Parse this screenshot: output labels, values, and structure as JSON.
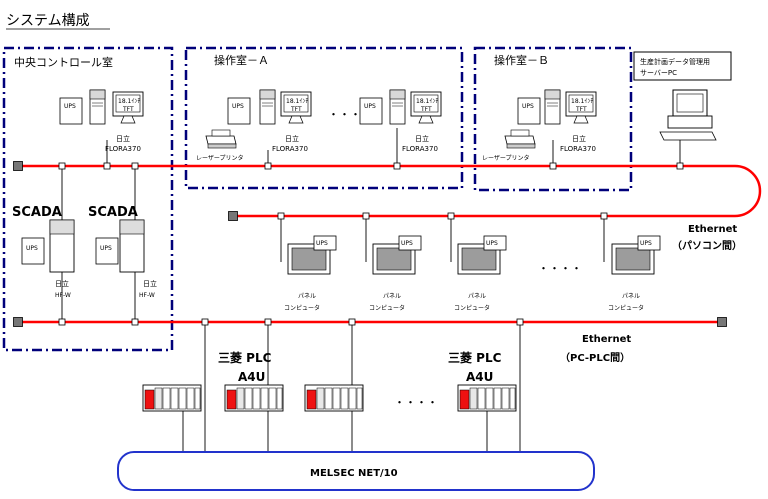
{
  "title": "システム構成",
  "rooms": {
    "central": "中央コントロール室",
    "op_a": "操作室－Ａ",
    "op_b": "操作室－Ｂ"
  },
  "labels": {
    "ups": "UPS",
    "tft_line1": "18.1ｲﾝﾁ",
    "tft_line2": "TFT",
    "hitachi": "日立",
    "flora": "FLORA370",
    "laser_printer": "レーザープリンタ",
    "scada": "SCADA",
    "hfw": "HF-W",
    "panel_line1": "パネル",
    "panel_line2": "コンピュータ",
    "server_line1": "生産計画データ管理用",
    "server_line2": "サーバーPC",
    "ellipsis": "・・・・",
    "plc_line1": "三菱 PLC",
    "plc_line2": "A4U"
  },
  "networks": {
    "eth_pc_name": "Ethernet",
    "eth_pc_sub": "（パソコン間）",
    "eth_plc_name": "Ethernet",
    "eth_plc_sub": "（PC-PLC間）",
    "melsec": "MELSEC NET/10"
  },
  "colors": {
    "bus": "#ff0000",
    "room_border": "#00007a",
    "melsec_border": "#2233cc",
    "plc_accent": "#ee1111",
    "monitor_screen": "#9c9c9c"
  }
}
